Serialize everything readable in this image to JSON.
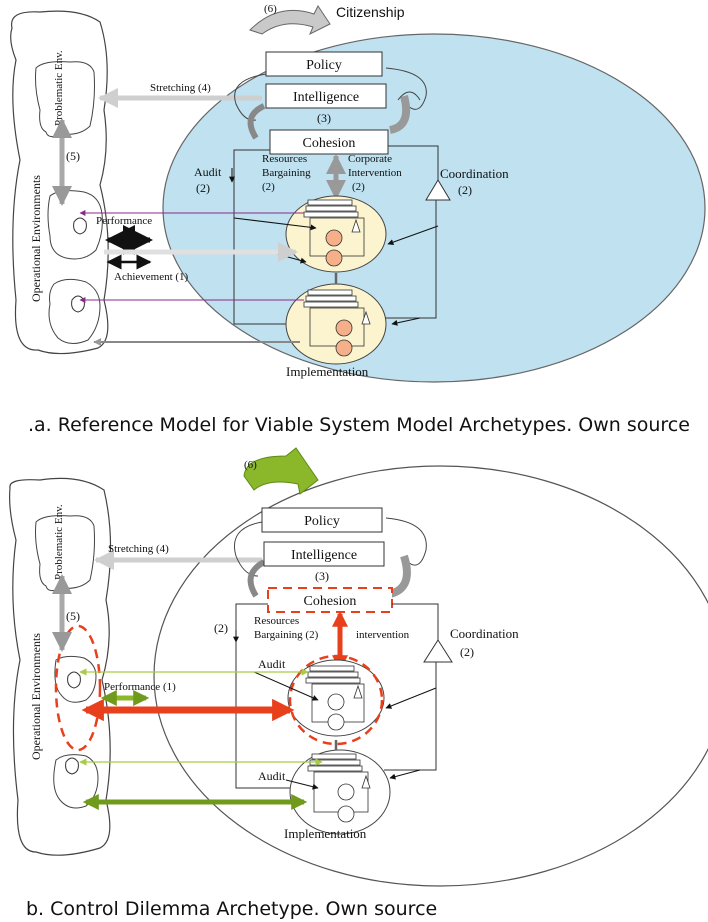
{
  "colors": {
    "circle_a": "#bfe1f0",
    "unit_fill": "#fbf4cf",
    "node_orange": "#f5b08a",
    "red": "#e8401c",
    "green_light": "#a6cd45",
    "green_dark": "#6f9a1c",
    "purple": "#8a2a88",
    "grey": "#a9a9a9"
  },
  "diagram_a": {
    "cycle_number": "(6)",
    "citizenship": "Citizenship",
    "policy": "Policy",
    "intelligence": "Intelligence",
    "cohesion": "Cohesion",
    "three": "(3)",
    "problematic_env": "Problematic Env.",
    "stretching": "Stretching (4)",
    "five": "(5)",
    "operational_environments": "Operational Environments",
    "audit": "Audit",
    "audit_num": "(2)",
    "resources": "Resources",
    "bargaining": "Bargaining",
    "resources_num": "(2)",
    "corporate": "Corporate",
    "intervention": "Intervention",
    "corporate_num": "(2)",
    "coordination": "Coordination",
    "coordination_num": "(2)",
    "performance": "Performance",
    "achievement": "Achievement (1)",
    "implementation": "Implementation"
  },
  "caption_a": ".a. Reference Model for Viable System Model Archetypes. Own source",
  "diagram_b": {
    "cycle_number": "(6)",
    "policy": "Policy",
    "intelligence": "Intelligence",
    "three": "(3)",
    "cohesion": "Cohesion",
    "problematic_env": "Problematic Env.",
    "stretching": "Stretching (4)",
    "five": "(5)",
    "operational_environments": "Operational Environments",
    "left_num": "(2)",
    "resources": "Resources",
    "bargaining": "Bargaining (2)",
    "intervention": "intervention",
    "coordination": "Coordination",
    "coordination_num": "(2)",
    "audit_top": "Audit",
    "performance": "Performance (1)",
    "audit_bottom": "Audit",
    "implementation": "Implementation"
  },
  "caption_b": "b. Control Dilemma Archetype. Own source"
}
